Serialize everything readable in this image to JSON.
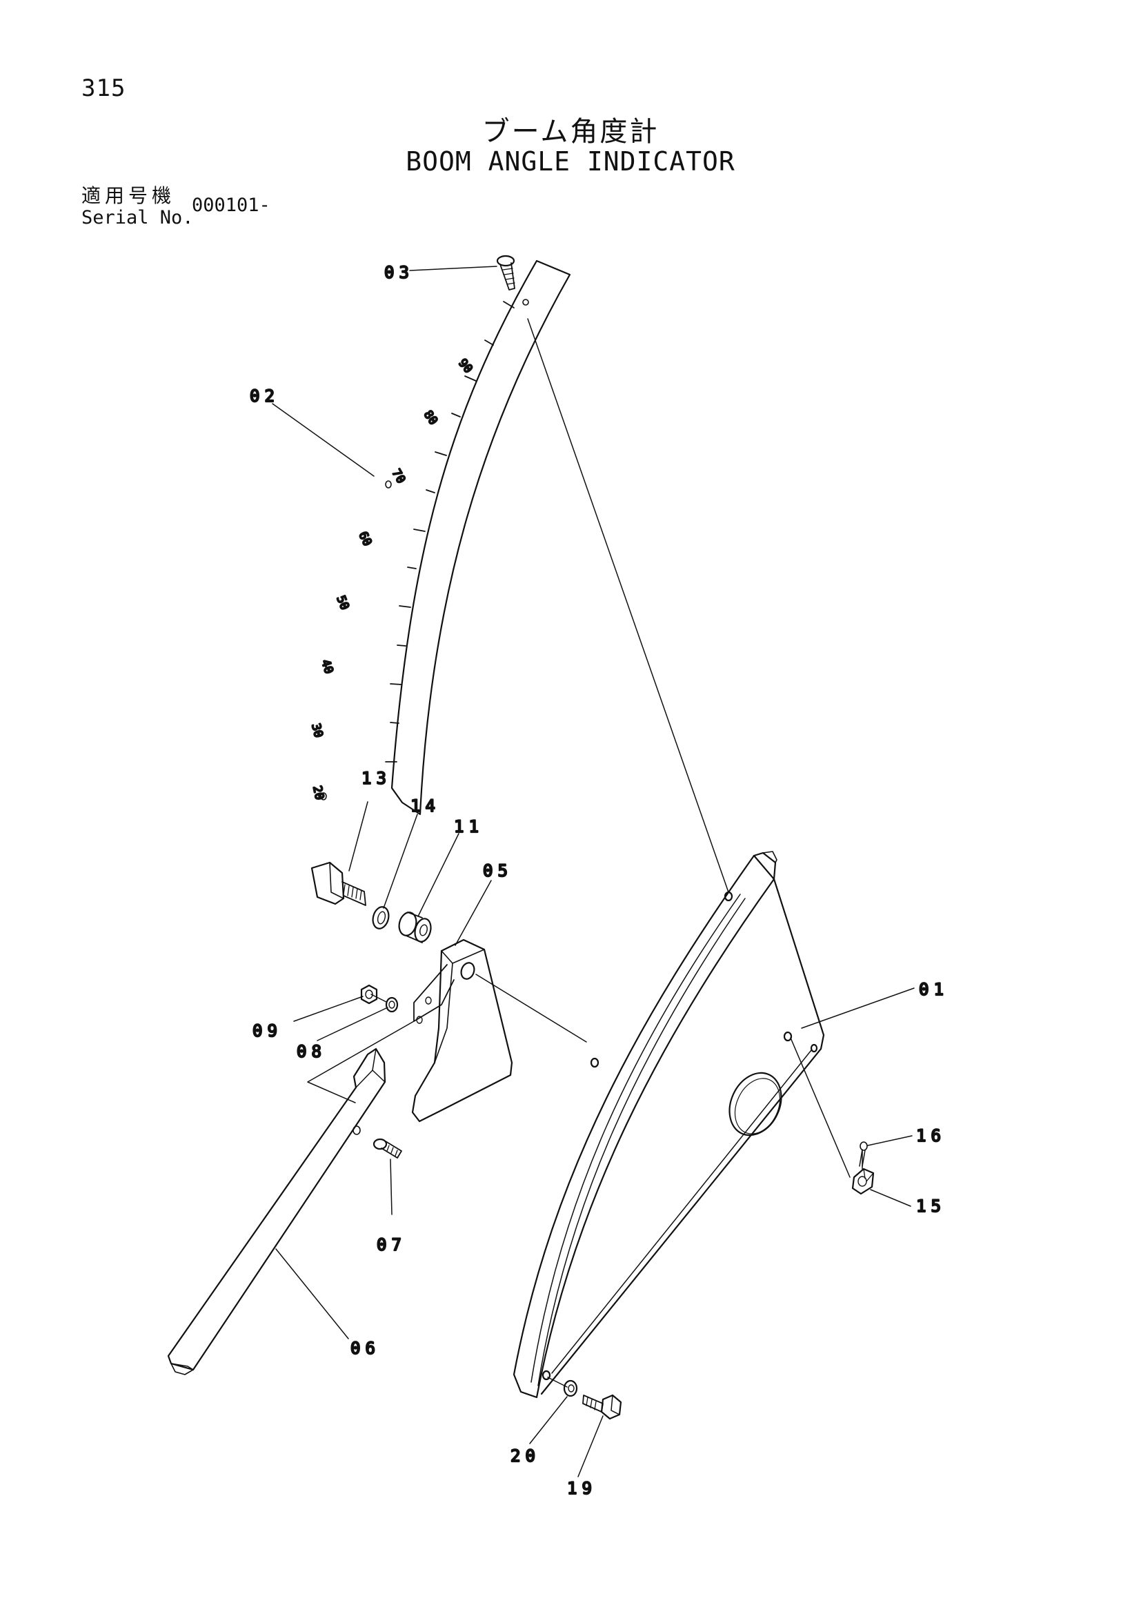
{
  "header": {
    "page_number": "315",
    "title_jp": "ブーム角度計",
    "title_en": "BOOM ANGLE INDICATOR",
    "serial_label_jp": "適用号機",
    "serial_label_en": "Serial No.",
    "serial_value": "000101-"
  },
  "callouts": {
    "c01": "01",
    "c02": "02",
    "c03": "03",
    "c05": "05",
    "c06": "06",
    "c07": "07",
    "c08": "08",
    "c09": "09",
    "c11": "11",
    "c13": "13",
    "c14": "14",
    "c15": "15",
    "c16": "16",
    "c19": "19",
    "c20": "20"
  },
  "scale": {
    "labels": [
      "20",
      "30",
      "40",
      "50",
      "60",
      "70",
      "80",
      "90"
    ]
  }
}
